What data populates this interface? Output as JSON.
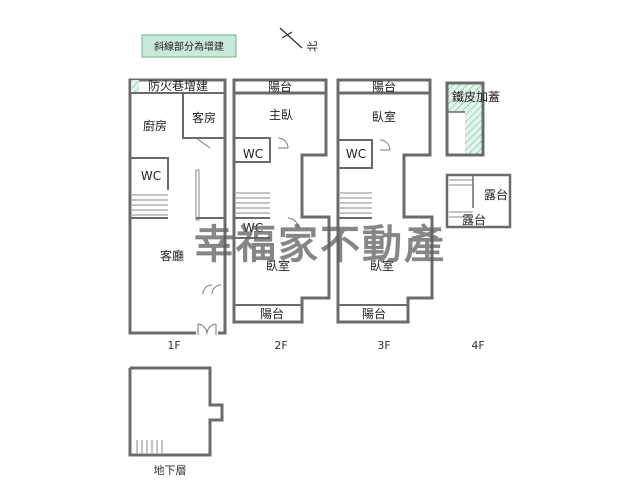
{
  "legend": {
    "text": "斜線部分為增建",
    "color": "#c9ead8"
  },
  "compass": {
    "label": "北"
  },
  "watermark": "幸福家不動產",
  "colors": {
    "wall": "#6b6b6b",
    "hatch": "#c9ead8"
  },
  "floors": {
    "f1": {
      "label": "1F",
      "rooms": {
        "fire_lane": "防火巷增建",
        "guest_room": "客房",
        "kitchen": "廚房",
        "wc": "WC",
        "living_room": "客廳"
      }
    },
    "f2": {
      "label": "2F",
      "rooms": {
        "balcony_top": "陽台",
        "master_bedroom": "主臥",
        "wc_a": "WC",
        "wc_b": "WC",
        "bedroom": "臥室",
        "balcony_bottom": "陽台"
      }
    },
    "f3": {
      "label": "3F",
      "rooms": {
        "balcony_top": "陽台",
        "bedroom_top": "臥室",
        "wc": "WC",
        "bedroom_bottom": "臥室",
        "balcony_bottom": "陽台"
      }
    },
    "f4": {
      "label": "4F",
      "rooms": {
        "iron_roof": "鐵皮加蓋",
        "terrace_a": "露台",
        "terrace_b": "露台"
      }
    },
    "basement": {
      "label": "地下層"
    }
  }
}
